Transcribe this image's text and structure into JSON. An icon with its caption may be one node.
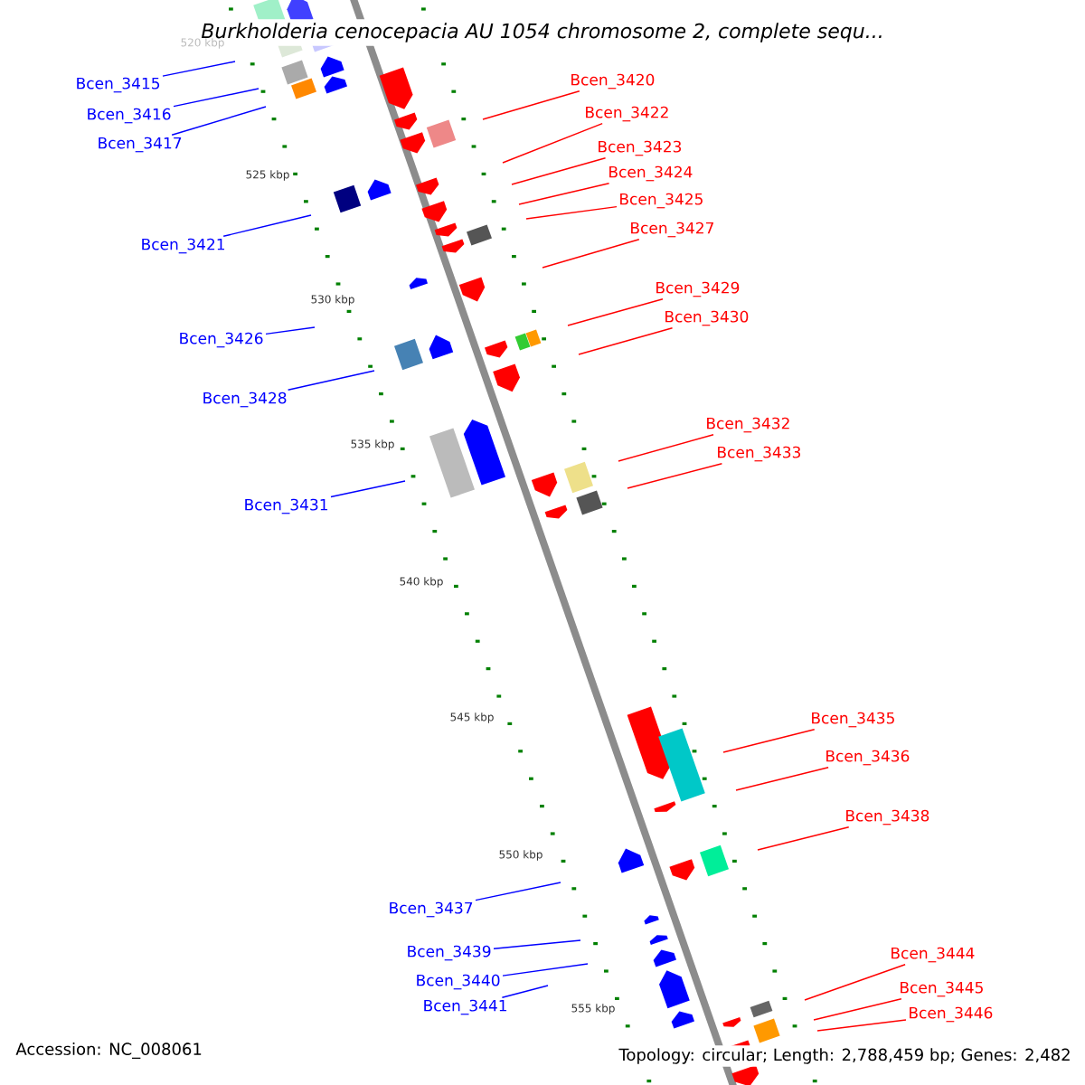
{
  "diagram": {
    "title": "Burkholderia cenocepacia AU 1054 chromosome 2, complete sequ...",
    "nodes": [
      {
        "text": [
          "Bcen_3415"
        ]
      },
      {
        "text": [
          "Bcen_3416"
        ]
      },
      {
        "text": [
          "Bcen_3417"
        ]
      },
      {
        "text": [
          "Bcen_3421"
        ]
      },
      {
        "text": [
          "Bcen_3426"
        ]
      },
      {
        "text": [
          "Bcen_3428"
        ]
      },
      {
        "text": [
          "Bcen_3431"
        ]
      },
      {
        "text": [
          "Bcen_3437"
        ]
      },
      {
        "text": [
          "Bcen_3439"
        ]
      },
      {
        "text": [
          "Bcen_3440"
        ]
      },
      {
        "text": [
          "Bcen_3441"
        ]
      },
      {
        "text": [
          "Bcen_3420"
        ]
      },
      {
        "text": [
          "Bcen_3422"
        ]
      },
      {
        "text": [
          "Bcen_3423"
        ]
      },
      {
        "text": [
          "Bcen_3424"
        ]
      },
      {
        "text": [
          "Bcen_3425"
        ]
      },
      {
        "text": [
          "Bcen_3427"
        ]
      },
      {
        "text": [
          "Bcen_3429"
        ]
      },
      {
        "text": [
          "Bcen_3430"
        ]
      },
      {
        "text": [
          "Bcen_3432"
        ]
      },
      {
        "text": [
          "Bcen_3433"
        ]
      },
      {
        "text": [
          "Bcen_3435"
        ]
      },
      {
        "text": [
          "Bcen_3436"
        ]
      },
      {
        "text": [
          "Bcen_3438"
        ]
      },
      {
        "text": [
          "Bcen_3444"
        ]
      },
      {
        "text": [
          "Bcen_3445"
        ]
      },
      {
        "text": [
          "Bcen_3446"
        ]
      }
    ],
    "edges": [
      {
        "from": 0,
        "to": null,
        "arrow": "none",
        "color": "#0000ff"
      },
      {
        "from": 1,
        "to": null,
        "arrow": "none",
        "color": "#0000ff"
      },
      {
        "from": 2,
        "to": null,
        "arrow": "none",
        "color": "#0000ff"
      },
      {
        "from": 3,
        "to": null,
        "arrow": "none",
        "color": "#0000ff"
      },
      {
        "from": 4,
        "to": null,
        "arrow": "none",
        "color": "#0000ff"
      },
      {
        "from": 5,
        "to": null,
        "arrow": "none",
        "color": "#0000ff"
      },
      {
        "from": 6,
        "to": null,
        "arrow": "none",
        "color": "#0000ff"
      },
      {
        "from": 7,
        "to": null,
        "arrow": "none",
        "color": "#0000ff"
      },
      {
        "from": 8,
        "to": null,
        "arrow": "none",
        "color": "#0000ff"
      },
      {
        "from": 9,
        "to": null,
        "arrow": "none",
        "color": "#0000ff"
      },
      {
        "from": 10,
        "to": null,
        "arrow": "none",
        "color": "#0000ff"
      },
      {
        "from": 11,
        "to": null,
        "arrow": "none"
      },
      {
        "from": 12,
        "to": null,
        "arrow": "none"
      },
      {
        "from": 13,
        "to": null,
        "arrow": "none"
      },
      {
        "from": 14,
        "to": null,
        "arrow": "none"
      },
      {
        "from": 15,
        "to": null,
        "arrow": "none"
      },
      {
        "from": 16,
        "to": null,
        "arrow": "none"
      },
      {
        "from": 17,
        "to": null,
        "arrow": "none"
      },
      {
        "from": 18,
        "to": null,
        "arrow": "none"
      },
      {
        "from": 19,
        "to": null,
        "arrow": "none"
      },
      {
        "from": 20,
        "to": null,
        "arrow": "none"
      },
      {
        "from": 21,
        "to": null,
        "arrow": "none"
      },
      {
        "from": 22,
        "to": null,
        "arrow": "none"
      },
      {
        "from": 23,
        "to": null,
        "arrow": "none"
      },
      {
        "from": 24,
        "to": null,
        "arrow": "none"
      },
      {
        "from": 25,
        "to": null,
        "arrow": "none"
      },
      {
        "from": 26,
        "to": null,
        "arrow": "none"
      }
    ],
    "labels": [
      "520 kbp",
      "525 kbp",
      "530 kbp",
      "535 kbp",
      "540 kbp",
      "545 kbp",
      "550 kbp",
      "555 kbp",
      "Accession: NC_008061",
      "Topology: circular; Length: 2,788,459 bp; Genes: 2,482"
    ]
  }
}
